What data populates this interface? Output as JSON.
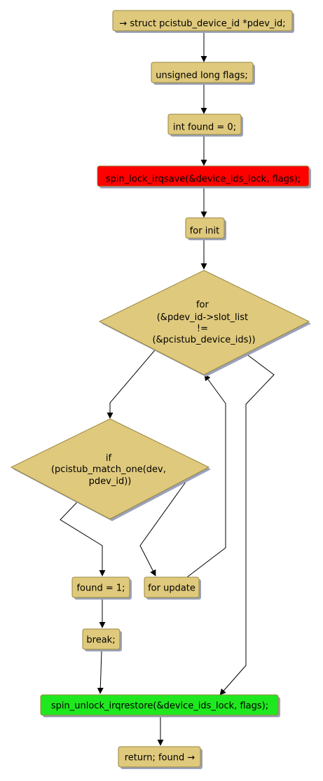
{
  "colors": {
    "node_fill": "#dfc97c",
    "node_stroke": "#9a8640",
    "shadow": "#9aa2b8",
    "edge": "#000000",
    "lock_fill": "#ff0000",
    "unlock_fill": "#1fe81f"
  },
  "nodes": {
    "decl_pdev_id": "→ struct pcistub_device_id *pdev_id;",
    "decl_flags": "unsigned long flags;",
    "decl_found": "int found = 0;",
    "lock": "spin_lock_irqsave(&device_ids_lock, flags);",
    "for_init": "for init",
    "for_cond": [
      "for",
      "(&pdev_id->slot_list",
      "!=",
      "(&pcistub_device_ids))"
    ],
    "if_cond": [
      "if",
      "(pcistub_match_one(dev,",
      "pdev_id))"
    ],
    "found_assign": "found = 1;",
    "for_update": "for update",
    "break_stmt": "break;",
    "unlock": "spin_unlock_irqrestore(&device_ids_lock, flags);",
    "return_stmt": "return; found →"
  }
}
